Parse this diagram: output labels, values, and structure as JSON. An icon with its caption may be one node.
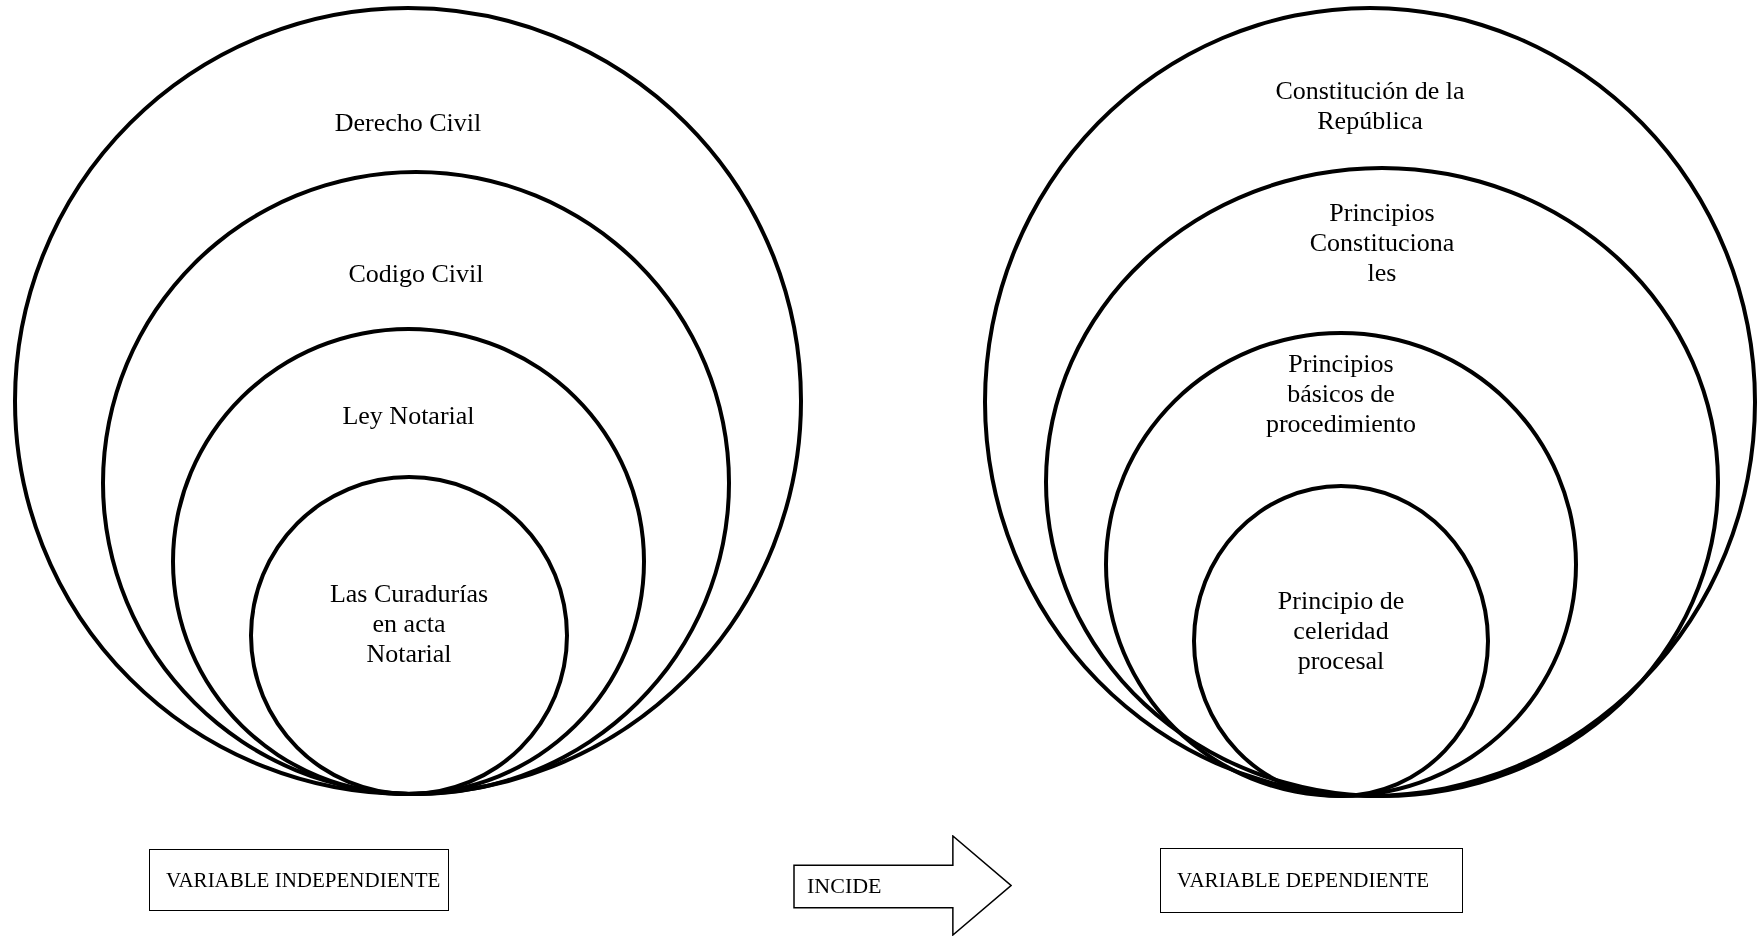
{
  "diagram": {
    "nodes": [
      {
        "text": [
          "Derecho Civil"
        ]
      },
      {
        "text": [
          "Codigo Civil"
        ],
        "in": 0
      },
      {
        "text": [
          "Ley Notarial"
        ],
        "in": 1
      },
      {
        "text": [
          "Las Curadurías en acta Notarial"
        ],
        "in": 2
      },
      {
        "text": [
          "Constitución de la República"
        ]
      },
      {
        "text": [
          "Principios Constituciona les"
        ],
        "in": 4
      },
      {
        "text": [
          "Principios básicos de procedimiento"
        ],
        "in": 5
      },
      {
        "text": [
          "Principio de celeridad procesal"
        ],
        "in": 6
      },
      {
        "text": [
          "VARIABLE INDEPENDIENTE"
        ]
      },
      {
        "text": [
          "INCIDE"
        ]
      },
      {
        "text": [
          "VARIABLE DEPENDIENTE"
        ]
      }
    ]
  }
}
